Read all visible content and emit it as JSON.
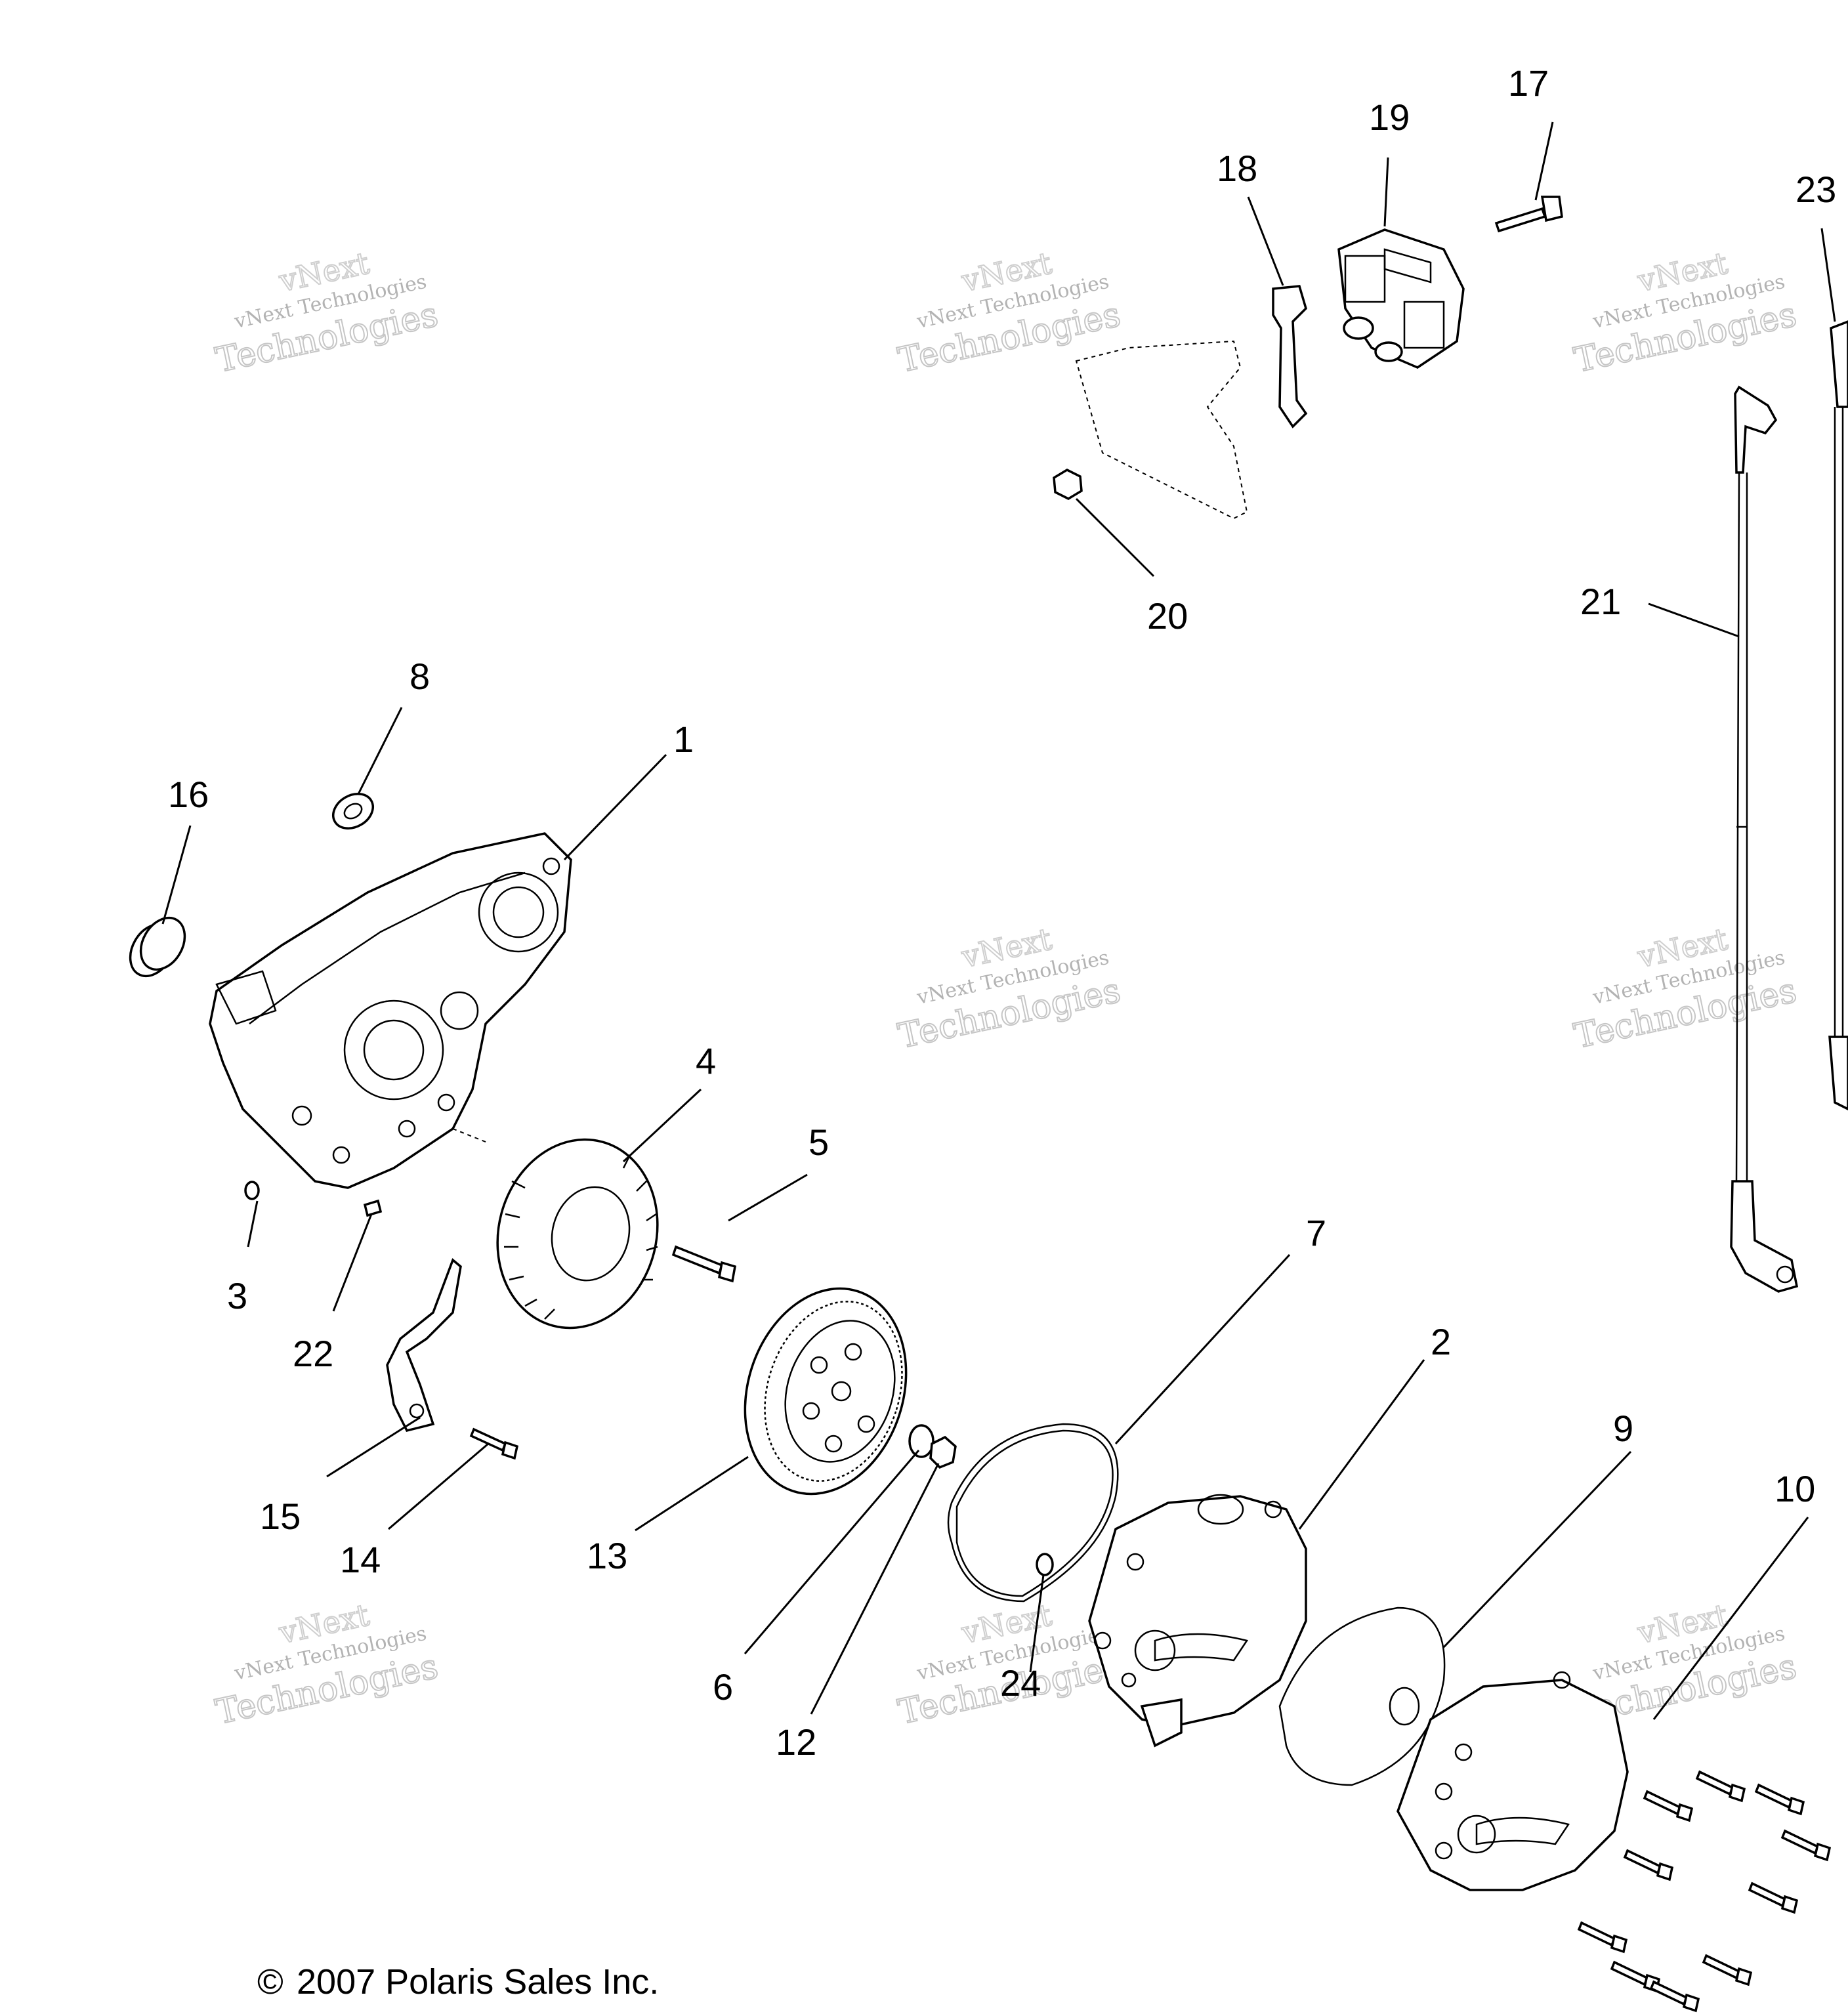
{
  "diagram": {
    "callouts": [
      "1",
      "2",
      "3",
      "4",
      "5",
      "6",
      "7",
      "8",
      "9",
      "10",
      "12",
      "13",
      "14",
      "15",
      "16",
      "17",
      "18",
      "19",
      "20",
      "21",
      "22",
      "23",
      "24"
    ],
    "watermark": {
      "line1": "vNext Technologies",
      "line2": "Technologies",
      "line0": "vNext"
    },
    "copyright": "2007 Polaris Sales Inc.",
    "copyright_symbol": "©"
  }
}
